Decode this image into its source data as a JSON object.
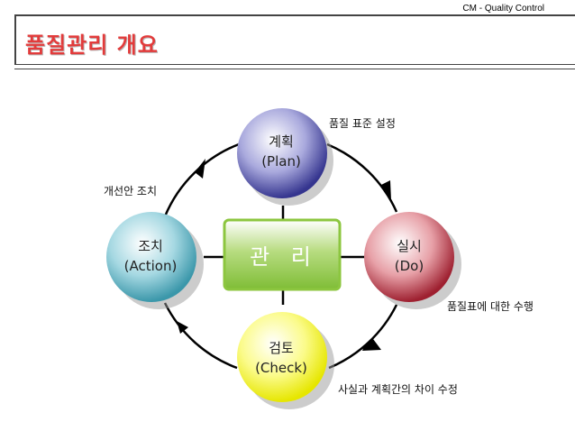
{
  "header": {
    "label": "CM - Quality Control"
  },
  "page": {
    "title": "품질관리 개요"
  },
  "center": {
    "label": "관 리"
  },
  "nodes": {
    "plan": {
      "line1": "계획",
      "line2": "(Plan)"
    },
    "do": {
      "line1": "실시",
      "line2": "(Do)"
    },
    "check": {
      "line1": "검토",
      "line2": "(Check)"
    },
    "action": {
      "line1": "조치",
      "line2": "(Action)"
    }
  },
  "annotations": {
    "plan_to_do": "품질 표준 설정",
    "do_to_check": "품질표에 대한 수행",
    "check_to_action": "사실과 계획간의 차이 수정",
    "action_to_plan": "개선안 조치"
  },
  "colors": {
    "title": "#e23b3b",
    "plan": "#3a3a9e",
    "do": "#a8283a",
    "check": "#f2f200",
    "action": "#4aa3b5",
    "center_border": "#8cc63f"
  }
}
